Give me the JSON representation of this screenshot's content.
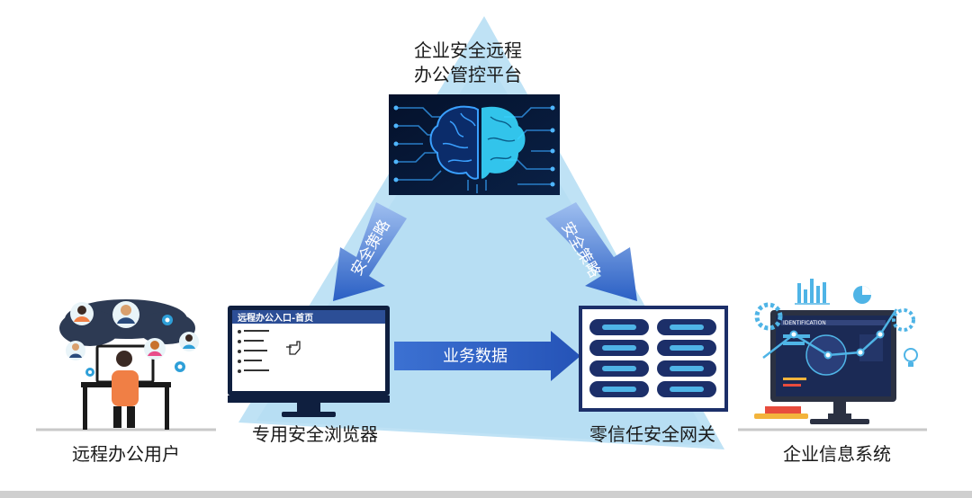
{
  "platform": {
    "title_line1": "企业安全远程",
    "title_line2": "办公管控平台"
  },
  "browser": {
    "header_text": "远程办公入口-首页",
    "label": "专用安全浏览器"
  },
  "gateway": {
    "label": "零信任安全网关"
  },
  "user": {
    "label": "远程办公用户"
  },
  "system": {
    "label": "企业信息系统",
    "screen_header": "IDENTIFICATION"
  },
  "arrows": {
    "left_policy": "安全策略",
    "right_policy": "安全策略",
    "business_data": "业务数据"
  },
  "colors": {
    "triangle": "#b3dcf2",
    "arrow": "#2e63c6",
    "navy": "#0d2a6b",
    "chain": "#4fb4e6",
    "orange": "#f07f45",
    "brain_blue": "#3aa0ff",
    "brain_cyan": "#37d7ff"
  }
}
